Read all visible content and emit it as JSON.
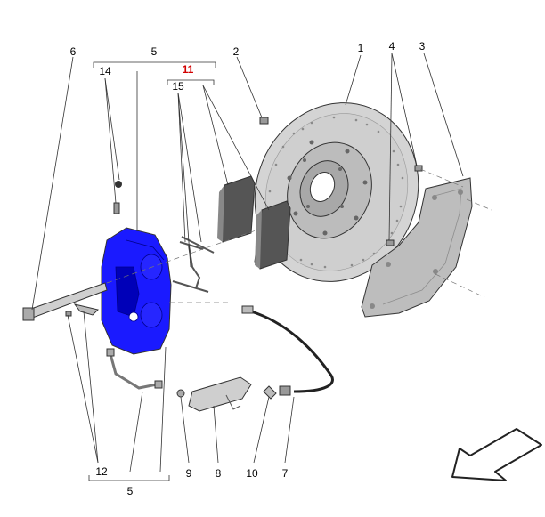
{
  "diagram": {
    "labels": {
      "l1": "1",
      "l2": "2",
      "l3": "3",
      "l4": "4",
      "l5_top": "5",
      "l5_bottom": "5",
      "l6": "6",
      "l7": "7",
      "l8": "8",
      "l9": "9",
      "l10": "10",
      "l11": "11",
      "l12": "12",
      "l14": "14",
      "l15": "15"
    },
    "colors": {
      "caliper": "#1a1aff",
      "highlight_label": "#d10000",
      "disc": "#c9c9c9",
      "shield": "#bdbdbd",
      "pad": "#555555"
    },
    "icons": {
      "direction": "arrow-pointing-lower-left-icon"
    }
  }
}
